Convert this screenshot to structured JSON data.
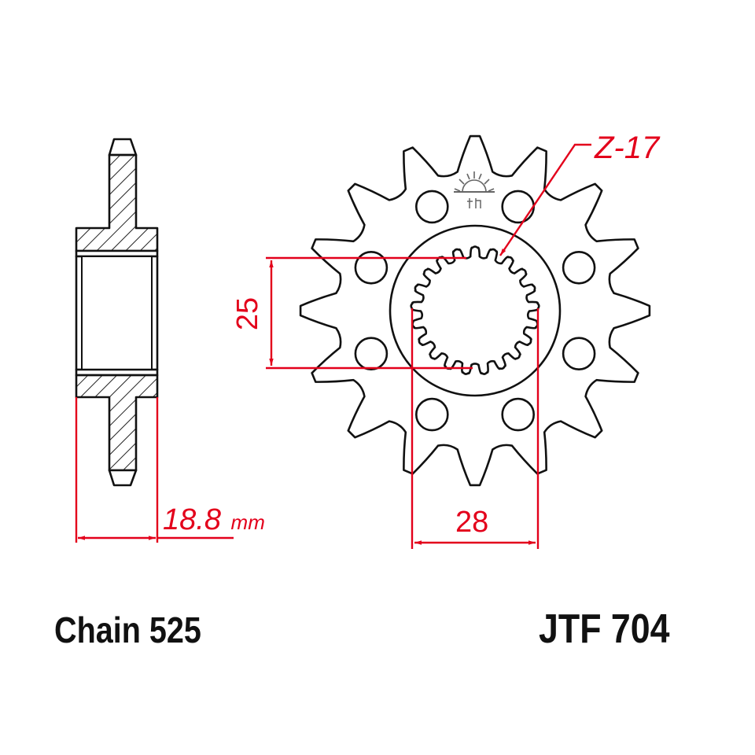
{
  "drawing": {
    "type": "front sprocket technical drawing",
    "colors": {
      "outline": "#111111",
      "dimension": "#e3001b",
      "hatch": "#222222",
      "logo": "#666666",
      "background": "#ffffff"
    }
  },
  "side_view": {
    "width_dimension": {
      "value": "18.8",
      "unit": "mm"
    }
  },
  "front_view": {
    "teeth_label": "Z-17",
    "teeth_count_drawn": 16,
    "bolt_holes": 8,
    "spline_teeth": 21,
    "height_dimension": "25",
    "width_dimension": "28",
    "logo": "sunrise-logo"
  },
  "footer": {
    "chain_label": "Chain 525",
    "part_number": "JTF 704"
  }
}
